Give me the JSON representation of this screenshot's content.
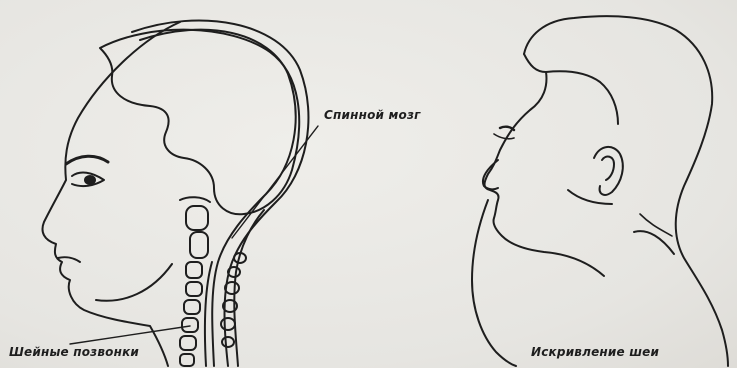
{
  "labels": {
    "spinal_cord": "Спинной мозг",
    "cervical_vertebrae": "Шейные позвонки",
    "neck_curvature": "Искривление шеи"
  },
  "colors": {
    "ink": "#1e1e1e",
    "paper": "#e9e8e4"
  }
}
